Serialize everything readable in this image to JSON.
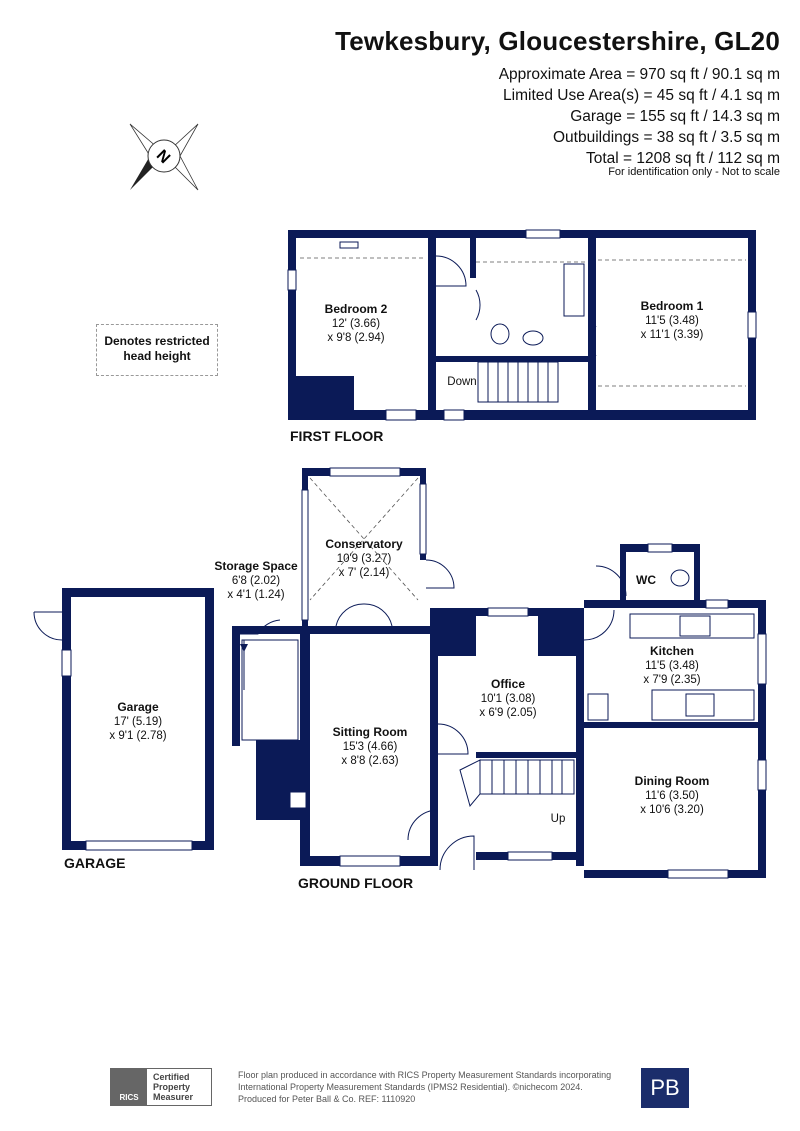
{
  "header": {
    "title": "Tewkesbury, Gloucestershire, GL20",
    "areas": [
      "Approximate Area = 970 sq ft / 90.1 sq m",
      "Limited Use Area(s) = 45 sq ft / 4.1 sq m",
      "Garage = 155 sq ft / 14.3 sq m",
      "Outbuildings = 38 sq ft / 3.5 sq m",
      "Total = 1208 sq ft / 112 sq m"
    ],
    "note": "For identification only - Not to scale"
  },
  "compass": {
    "letter": "N"
  },
  "legend": {
    "line1": "Denotes restricted",
    "line2": "head height"
  },
  "floors": {
    "first": "FIRST FLOOR",
    "ground": "GROUND FLOOR",
    "garage": "GARAGE"
  },
  "rooms": {
    "bedroom2": {
      "name": "Bedroom 2",
      "dim1": "12' (3.66)",
      "dim2": "x 9'8 (2.94)"
    },
    "bedroom1": {
      "name": "Bedroom 1",
      "dim1": "11'5 (3.48)",
      "dim2": "x 11'1 (3.39)"
    },
    "conservatory": {
      "name": "Conservatory",
      "dim1": "10'9 (3.27)",
      "dim2": "x 7' (2.14)"
    },
    "storage": {
      "name": "Storage Space",
      "dim1": "6'8 (2.02)",
      "dim2": "x 4'1 (1.24)"
    },
    "wc": {
      "name": "WC"
    },
    "kitchen": {
      "name": "Kitchen",
      "dim1": "11'5 (3.48)",
      "dim2": "x 7'9 (2.35)"
    },
    "office": {
      "name": "Office",
      "dim1": "10'1 (3.08)",
      "dim2": "x 6'9 (2.05)"
    },
    "sitting": {
      "name": "Sitting Room",
      "dim1": "15'3 (4.66)",
      "dim2": "x 8'8 (2.63)"
    },
    "dining": {
      "name": "Dining Room",
      "dim1": "11'6 (3.50)",
      "dim2": "x 10'6 (3.20)"
    },
    "garage": {
      "name": "Garage",
      "dim1": "17' (5.19)",
      "dim2": "x 9'1 (2.78)"
    }
  },
  "stairs": {
    "down": "Down",
    "up": "Up"
  },
  "footer": {
    "line1": "Floor plan produced in accordance with RICS Property Measurement Standards incorporating",
    "line2": "International Property Measurement Standards (IPMS2 Residential).  ©nichecom 2024.",
    "line3": "Produced for Peter Ball & Co.   REF:  1110920",
    "rics_logo": "RICS",
    "rics_text": [
      "Certified",
      "Property",
      "Measurer"
    ],
    "brand": "PB"
  }
}
